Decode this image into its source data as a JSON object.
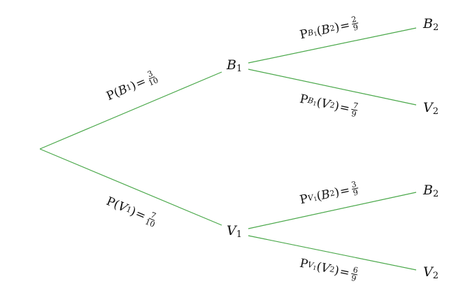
{
  "colors": {
    "branch": "#4aa84a",
    "text": "#111111"
  },
  "nodes": {
    "b1": {
      "letter": "B",
      "sub": "1"
    },
    "v1": {
      "letter": "V",
      "sub": "1"
    },
    "b2_top": {
      "letter": "B",
      "sub": "2"
    },
    "v2_top": {
      "letter": "V",
      "sub": "2"
    },
    "b2_bottom": {
      "letter": "B",
      "sub": "2"
    },
    "v2_bottom": {
      "letter": "V",
      "sub": "2"
    }
  },
  "branches": {
    "root_b1": {
      "p": "P",
      "cond": "",
      "cond_sub": "",
      "event": "B",
      "event_sub": "1",
      "num": "3",
      "den": "10"
    },
    "root_v1": {
      "p": "P",
      "cond": "",
      "cond_sub": "",
      "event": "V",
      "event_sub": "1",
      "num": "7",
      "den": "10"
    },
    "b1_b2": {
      "p": "P",
      "cond": "B",
      "cond_sub": "1",
      "event": "B",
      "event_sub": "2",
      "num": "2",
      "den": "9"
    },
    "b1_v2": {
      "p": "P",
      "cond": "B",
      "cond_sub": "1",
      "event": "V",
      "event_sub": "2",
      "num": "7",
      "den": "9"
    },
    "v1_b2": {
      "p": "P",
      "cond": "V",
      "cond_sub": "1",
      "event": "B",
      "event_sub": "2",
      "num": "3",
      "den": "9"
    },
    "v1_v2": {
      "p": "P",
      "cond": "V",
      "cond_sub": "1",
      "event": "V",
      "event_sub": "2",
      "num": "6",
      "den": "9"
    }
  }
}
